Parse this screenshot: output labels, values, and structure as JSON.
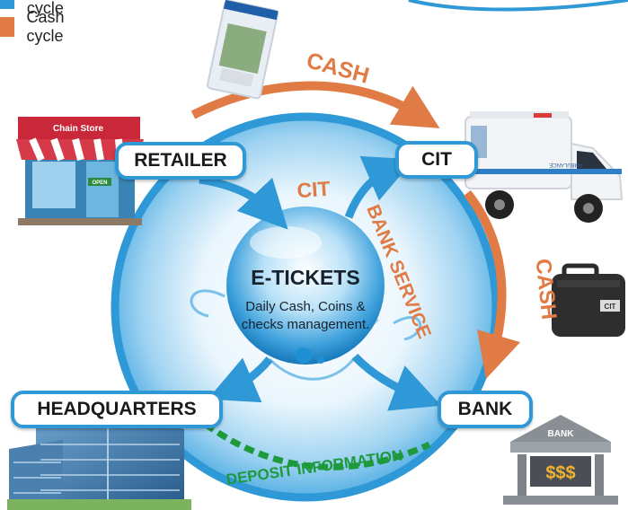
{
  "legend": {
    "items": [
      {
        "label": "Data cycle",
        "color": "#2f98d6"
      },
      {
        "label": "Cash cycle",
        "color": "#e07b45"
      }
    ]
  },
  "nodes": {
    "retailer": "RETAILER",
    "cit": "CIT",
    "headquarters": "HEADQUARTERS",
    "bank": "BANK"
  },
  "center": {
    "title": "E-TICKETS",
    "subtitle_line1": "Daily Cash, Coins &",
    "subtitle_line2": "checks management."
  },
  "flow_labels": {
    "cash_top": "CASH",
    "cash_right": "CASH",
    "cit": "CIT",
    "bank_service": "BANK SERVICE",
    "deposit_information": "DEPOSIT INFORMATION"
  },
  "image_labels": {
    "store_sign": "Chain Store",
    "store_open": "OPEN",
    "ambulance_text": "AMBULANCE",
    "case_label": "CIT",
    "bank_sign": "BANK",
    "bank_money": "$$$"
  },
  "colors": {
    "data_cycle": "#2f98d6",
    "cash_cycle": "#e07b45",
    "deposit_info": "#1e9a3c",
    "node_text": "#1a1a1a"
  },
  "icons": [
    "store-icon",
    "money-bag-icon",
    "ambulance-icon",
    "briefcase-icon",
    "office-building-icon",
    "bank-icon",
    "water-drop-icon"
  ]
}
